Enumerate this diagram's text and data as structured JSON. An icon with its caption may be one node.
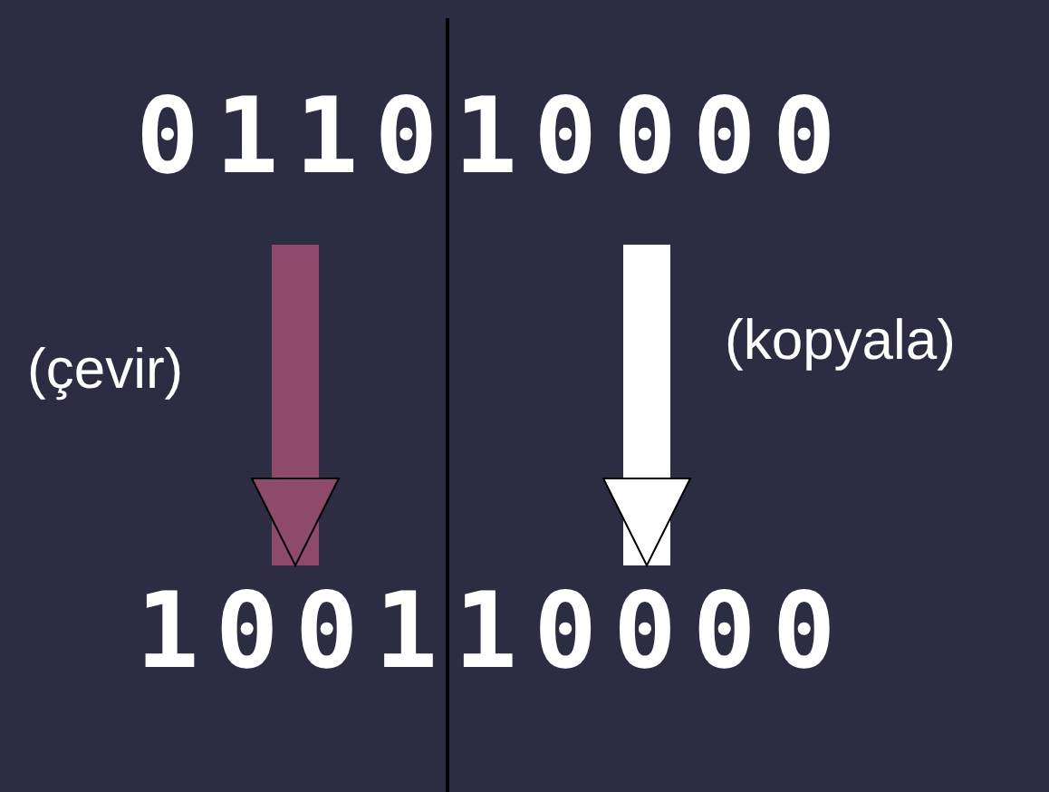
{
  "diagram": {
    "nodes": [
      {
        "text": [
          "011010000"
        ]
      },
      {
        "text": [
          "100110000"
        ]
      }
    ],
    "edges": [
      {
        "from": 0,
        "to": 1,
        "arrow": "to",
        "label": "(çevir)",
        "color": "#8e4a6c"
      },
      {
        "from": 0,
        "to": 1,
        "arrow": "to",
        "label": "(kopyala)",
        "color": "#ffffff"
      }
    ]
  }
}
